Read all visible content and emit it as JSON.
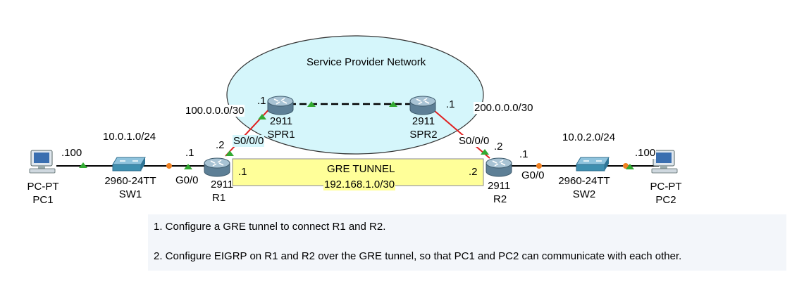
{
  "cloud": {
    "label": "Service Provider Network",
    "fill": "#d5f6fb"
  },
  "tunnel": {
    "title": "GRE TUNNEL",
    "subnet": "192.168.1.0/30",
    "fill": "#ffff99"
  },
  "devices": {
    "pc1": {
      "type": "PC-PT",
      "name": "PC1",
      "addr": ".100"
    },
    "sw1": {
      "type": "2960-24TT",
      "name": "SW1"
    },
    "r1": {
      "type": "2911",
      "name": "R1",
      "g_addr": ".1",
      "g_port": "G0/0",
      "s_addr": ".2",
      "s_port": "S0/0/0",
      "tun_addr": ".1"
    },
    "spr1": {
      "type": "2911",
      "name": "SPR1",
      "addr": ".1"
    },
    "spr2": {
      "type": "2911",
      "name": "SPR2",
      "addr": ".1"
    },
    "r2": {
      "type": "2911",
      "name": "R2",
      "g_addr": ".1",
      "g_port": "G0/0",
      "s_addr": ".2",
      "s_port": "S0/0/0",
      "tun_addr": ".2"
    },
    "sw2": {
      "type": "2960-24TT",
      "name": "SW2"
    },
    "pc2": {
      "type": "PC-PT",
      "name": "PC2",
      "addr": ".100"
    }
  },
  "networks": {
    "lan1": "10.0.1.0/24",
    "wan1": "100.0.0.0/30",
    "wan2": "200.0.0.0/30",
    "lan2": "10.0.2.0/24"
  },
  "instructions": [
    "1. Configure a GRE tunnel to connect R1 and R2.",
    "2. Configure EIGRP on R1 and R2 over the GRE tunnel, so that PC1 and PC2 can communicate with each other."
  ],
  "colors": {
    "link": "#000000",
    "serial_link": "#e02020",
    "port_up": "#33aa33",
    "port_orange": "#f08020",
    "router": "#6f8fa6",
    "switch": "#3f8fb0"
  }
}
